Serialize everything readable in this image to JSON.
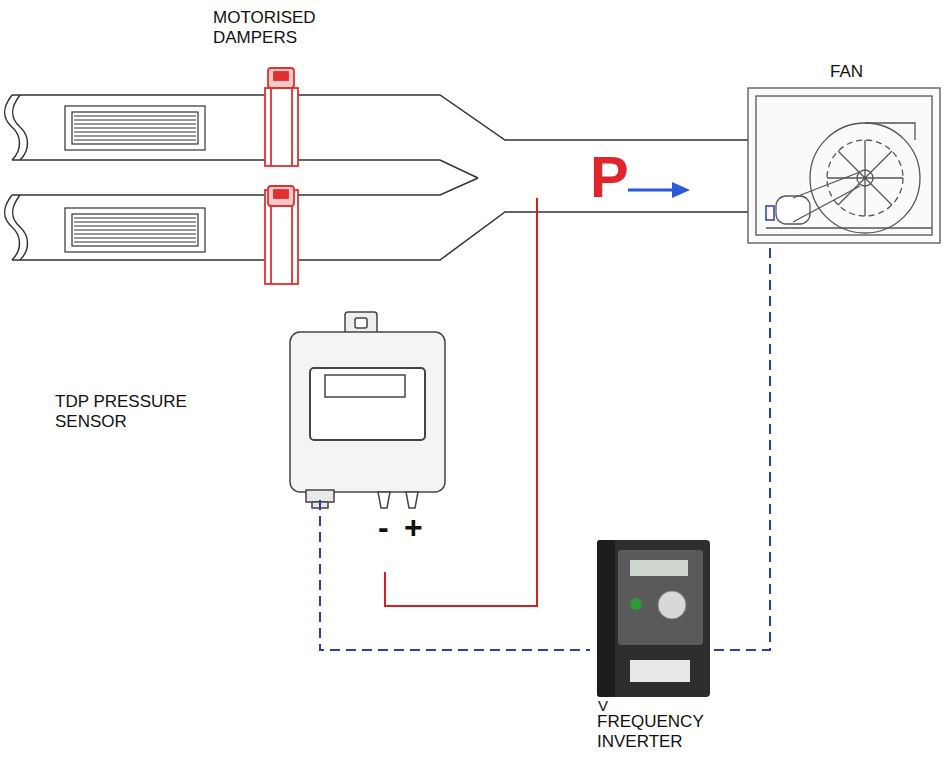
{
  "diagram": {
    "nodes": [
      {
        "text": [
          "FAN"
        ]
      },
      {
        "text": [
          "TDP PRESSURE SENSOR"
        ]
      },
      {
        "text": [
          "FREQUENCY INVERTER"
        ]
      }
    ],
    "edges": [
      {
        "from": 1,
        "to": 2,
        "arrow": "none"
      },
      {
        "from": 2,
        "to": 0,
        "arrow": "none"
      }
    ],
    "labels": [
      "MOTORISED DAMPERS",
      "P",
      "-",
      "+",
      "V"
    ]
  }
}
